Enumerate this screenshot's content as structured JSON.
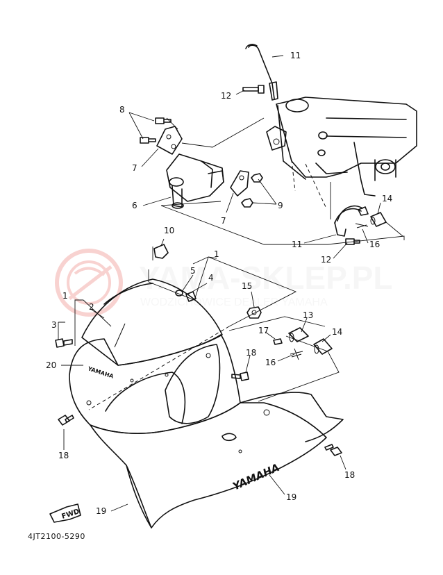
{
  "diagram": {
    "code": "4JT2100-5290",
    "fwd_label": "FWD",
    "fairing_brand": "YAMAHA",
    "panel_brand": "YAMAHA"
  },
  "watermark": {
    "title": "YAMA-SKLEP.PL",
    "subtitle": "WODZICHOWICE DEALER YAMAHA",
    "color": "#e3352f"
  },
  "callouts": {
    "c1_top": "1",
    "c1_left": "1",
    "c2": "2",
    "c3": "3",
    "c4": "4",
    "c5": "5",
    "c6": "6",
    "c7_left": "7",
    "c7_right": "7",
    "c8": "8",
    "c9": "9",
    "c10": "10",
    "c11_top": "11",
    "c11_bottom": "11",
    "c12_top": "12",
    "c12_bottom": "12",
    "c13": "13",
    "c14_top": "14",
    "c14_bottom": "14",
    "c15": "15",
    "c16_top": "16",
    "c16_bottom": "16",
    "c17": "17",
    "c18_center": "18",
    "c18_left": "18",
    "c18_right": "18",
    "c19_left": "19",
    "c19_right": "19",
    "c20": "20"
  }
}
